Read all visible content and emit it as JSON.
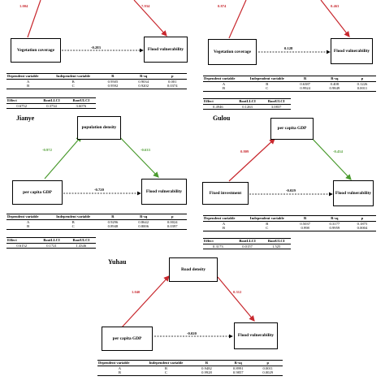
{
  "panels": [
    {
      "mediator": "",
      "x": "Vegetation coverage",
      "y": "Flood vulnerability",
      "a": "1.004",
      "b": "7.934",
      "c": "-0.283",
      "a_color": "#c8282e",
      "b_color": "#c8282e",
      "reg_rows": [
        [
          "A",
          "B",
          "0.9505",
          "0.9034",
          "0.001"
        ],
        [
          "B",
          "C",
          "0.9592",
          "0.9202",
          "0.0374"
        ]
      ],
      "effect": [
        "0.6752",
        "0.3734",
        "3.6076"
      ]
    },
    {
      "mediator": "",
      "x": "Vegetation coverage",
      "y": "Flood vulnerability",
      "a": "0.874",
      "b": "0.463",
      "c": "0.128",
      "a_color": "#c8282e",
      "b_color": "#c8282e",
      "reg_rows": [
        [
          "A",
          "B",
          "0.6387",
          "0.408",
          "0.1226"
        ],
        [
          "B",
          "C",
          "0.9924",
          "0.9849",
          "0.0011"
        ]
      ],
      "effect": [
        "0.4946",
        "0.1263",
        "3.0837"
      ]
    },
    {
      "title": "Jianye",
      "mediator": "population density",
      "x": "per capita GDP",
      "y": "Flood vulnerability",
      "a": "-0.972",
      "b": "-0.633",
      "c": "-0.720",
      "a_color": "#4a9a2e",
      "b_color": "#4a9a2e",
      "reg_rows": [
        [
          "A",
          "B",
          "0.9296",
          "0.8642",
          "0.0024"
        ],
        [
          "B",
          "C",
          "0.8948",
          "0.8006",
          "0.0397"
        ]
      ],
      "effect": [
        "0.6152",
        "0.1721",
        "1.4346"
      ]
    },
    {
      "title": "Gulou",
      "mediator": "per capita GDP",
      "x": "Fixed investment",
      "y": "Flood vulnerability",
      "a": "0.809",
      "b": "-0.434",
      "c": "-0.029",
      "a_color": "#c8282e",
      "b_color": "#4a9a2e",
      "reg_rows": [
        [
          "A",
          "B",
          "0.5037",
          "0.3177",
          "0.1875"
        ],
        [
          "B",
          "C",
          "0.998",
          "0.9959",
          "0.0004"
        ]
      ],
      "effect": [
        "0.3173",
        "0.0157",
        "1.525"
      ]
    },
    {
      "title": "Yuhau",
      "mediator": "Road density",
      "x": "per capita GDP",
      "y": "Flood vulnerability",
      "a": "1.040",
      "b": "0.312",
      "c": "-0.020",
      "a_color": "#c8282e",
      "b_color": "#c8282e",
      "reg_rows": [
        [
          "A",
          "B",
          "0.9482",
          "0.8991",
          "0.0011"
        ],
        [
          "B",
          "C",
          "0.9928",
          "0.9857",
          "0.0029"
        ]
      ],
      "effect": []
    }
  ],
  "headers": {
    "dep": "Dependent variable",
    "indep": "Independent variable",
    "r": "R",
    "rsq": "R-sq",
    "p": "p",
    "effect": "Effect",
    "llci": "BootLLCI",
    "ulci": "BootULCI"
  }
}
